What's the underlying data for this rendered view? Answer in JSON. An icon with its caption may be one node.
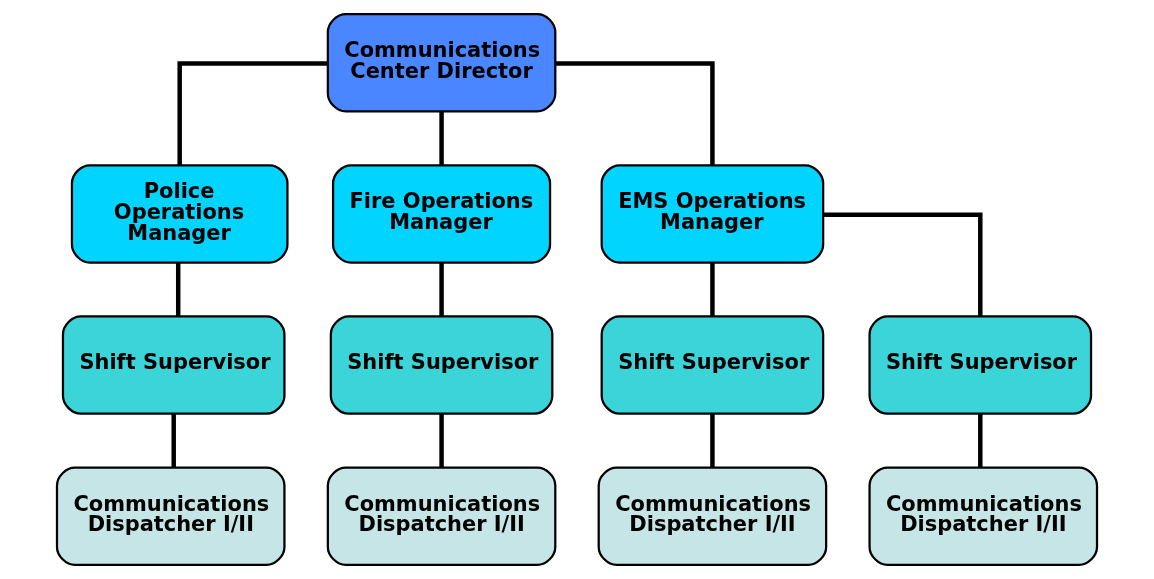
{
  "diagram": {
    "nodes": [
      {
        "text": [
          "Communications Center Director"
        ]
      },
      {
        "text": [
          "Police Operations Manager"
        ]
      },
      {
        "text": [
          "Fire Operations Manager"
        ]
      },
      {
        "text": [
          "EMS Operations Manager"
        ]
      },
      {
        "text": [
          "Shift Supervisor"
        ]
      },
      {
        "text": [
          "Shift Supervisor"
        ]
      },
      {
        "text": [
          "Shift Supervisor"
        ]
      },
      {
        "text": [
          "Shift Supervisor"
        ]
      },
      {
        "text": [
          "Communications Dispatcher I/II"
        ]
      },
      {
        "text": [
          "Communications Dispatcher I/II"
        ]
      },
      {
        "text": [
          "Communications Dispatcher I/II"
        ]
      },
      {
        "text": [
          "Communications Dispatcher I/II"
        ]
      }
    ],
    "edges": [
      {
        "from": 0,
        "to": 1,
        "arrow": "none"
      },
      {
        "from": 0,
        "to": 2,
        "arrow": "none"
      },
      {
        "from": 0,
        "to": 3,
        "arrow": "none"
      },
      {
        "from": 1,
        "to": 4,
        "arrow": "none"
      },
      {
        "from": 2,
        "to": 5,
        "arrow": "none"
      },
      {
        "from": 3,
        "to": 6,
        "arrow": "none"
      },
      {
        "from": 3,
        "to": 7,
        "arrow": "none"
      },
      {
        "from": 4,
        "to": 8,
        "arrow": "none"
      },
      {
        "from": 5,
        "to": 9,
        "arrow": "none"
      },
      {
        "from": 6,
        "to": 10,
        "arrow": "none"
      },
      {
        "from": 7,
        "to": 11,
        "arrow": "none"
      }
    ]
  }
}
